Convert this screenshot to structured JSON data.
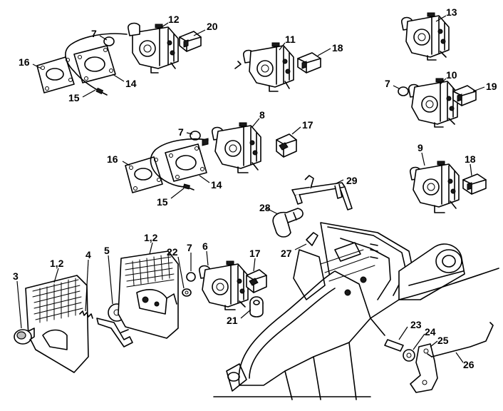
{
  "callouts": [
    {
      "id": "c12a",
      "text": "12"
    },
    {
      "id": "c20",
      "text": "20"
    },
    {
      "id": "c7a",
      "text": "7"
    },
    {
      "id": "c16a",
      "text": "16"
    },
    {
      "id": "c14a",
      "text": "14"
    },
    {
      "id": "c15a",
      "text": "15"
    },
    {
      "id": "c11",
      "text": "11"
    },
    {
      "id": "c18a",
      "text": "18"
    },
    {
      "id": "c13",
      "text": "13"
    },
    {
      "id": "c7b",
      "text": "7"
    },
    {
      "id": "c10",
      "text": "10"
    },
    {
      "id": "c19",
      "text": "19"
    },
    {
      "id": "c7c",
      "text": "7"
    },
    {
      "id": "c8",
      "text": "8"
    },
    {
      "id": "c17a",
      "text": "17"
    },
    {
      "id": "c16b",
      "text": "16"
    },
    {
      "id": "c14b",
      "text": "14"
    },
    {
      "id": "c15b",
      "text": "15"
    },
    {
      "id": "c9",
      "text": "9"
    },
    {
      "id": "c18b",
      "text": "18"
    },
    {
      "id": "c29",
      "text": "29"
    },
    {
      "id": "c28",
      "text": "28"
    },
    {
      "id": "c27",
      "text": "27"
    },
    {
      "id": "c12b",
      "text": "1,2"
    },
    {
      "id": "c22",
      "text": "22"
    },
    {
      "id": "c7d",
      "text": "7"
    },
    {
      "id": "c6",
      "text": "6"
    },
    {
      "id": "c17b",
      "text": "17"
    },
    {
      "id": "c3",
      "text": "3"
    },
    {
      "id": "c12c",
      "text": "1,2"
    },
    {
      "id": "c4",
      "text": "4"
    },
    {
      "id": "c5",
      "text": "5"
    },
    {
      "id": "c21",
      "text": "21"
    },
    {
      "id": "c23",
      "text": "23"
    },
    {
      "id": "c24",
      "text": "24"
    },
    {
      "id": "c25",
      "text": "25"
    },
    {
      "id": "c26",
      "text": "26"
    }
  ]
}
